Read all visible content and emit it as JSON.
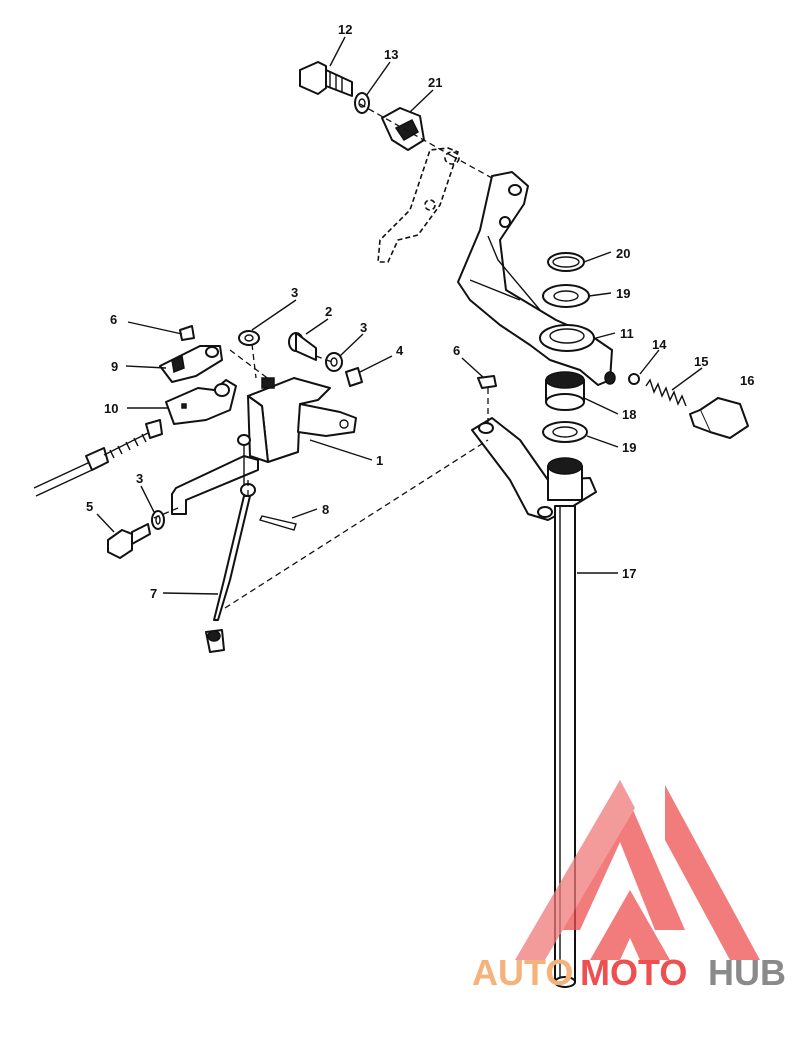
{
  "callouts": {
    "c1": "1",
    "c2": "2",
    "c3a": "3",
    "c3b": "3",
    "c3c": "3",
    "c4": "4",
    "c5": "5",
    "c6a": "6",
    "c6b": "6",
    "c7": "7",
    "c8": "8",
    "c9": "9",
    "c10": "10",
    "c11": "11",
    "c12": "12",
    "c13": "13",
    "c14": "14",
    "c15": "15",
    "c16": "16",
    "c17": "17",
    "c18": "18",
    "c19a": "19",
    "c19b": "19",
    "c20": "20",
    "c21": "21"
  },
  "watermark": {
    "part1": "AUTO",
    "part2": "MOTO",
    "part3": "HUB",
    "color_orange": "#f5b27a",
    "color_red": "#ee5050",
    "color_gray": "#8a8a8a"
  }
}
